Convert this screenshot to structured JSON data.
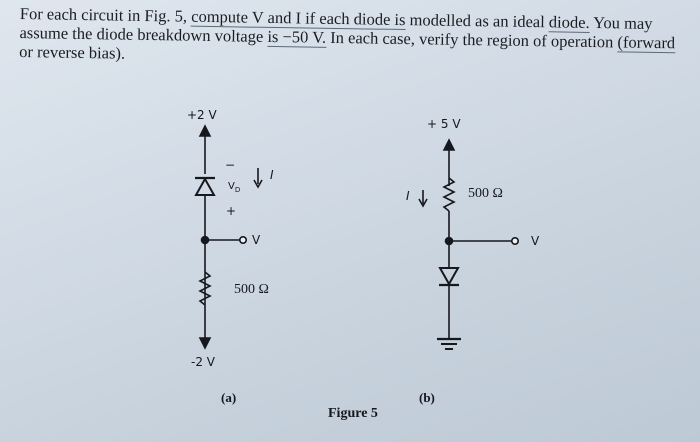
{
  "problem": {
    "segments": [
      "For each circuit in Fig. 5, ",
      "compute V and I if each diode is",
      " modelled as an ideal ",
      "diode.",
      " You may assume the diode breakdown voltage ",
      "is −50 V.",
      " In each case, verify the region of operation ",
      "(forward",
      " or reverse bias)."
    ]
  },
  "circuit_a": {
    "supply_top": "+2 V",
    "diode_minus": "−",
    "diode_label": "V",
    "diode_label_sub": "D",
    "diode_plus": "+",
    "current_label": "I",
    "node_label": "V",
    "resistor": "500 Ω",
    "supply_bottom": "-2 V",
    "caption": "(a)"
  },
  "circuit_b": {
    "supply_top": "+ 5 V",
    "current_label": "I",
    "resistor": "500 Ω",
    "node_label": "V",
    "caption": "(b)"
  },
  "figure_caption": "Figure 5"
}
